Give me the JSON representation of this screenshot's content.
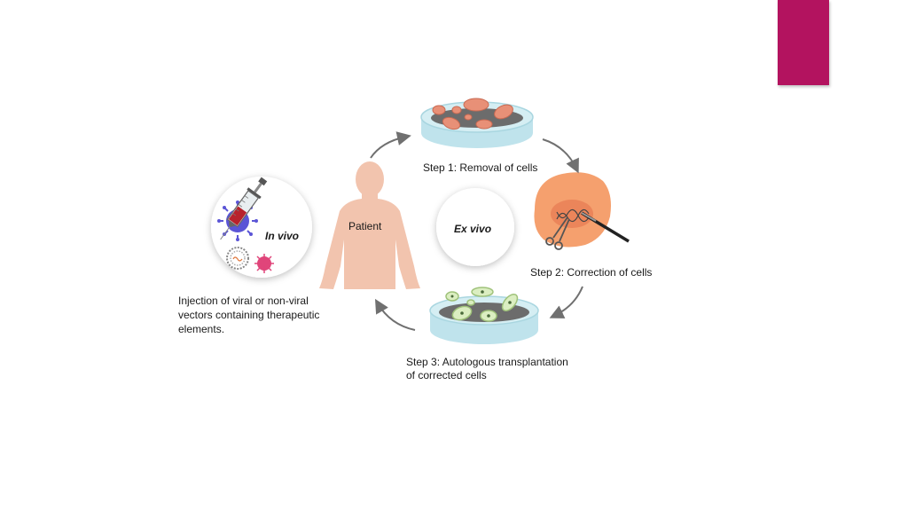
{
  "colors": {
    "accent": "#b3135f",
    "skin": "#f2c4ae",
    "dish_rim": "#bfe3ec",
    "arrow": "#707070",
    "orange_cell": "#f5a06e",
    "red_cell": "#e89077",
    "green_cell": "#dbeec1",
    "virus_blue": "#5b55d6",
    "virus_pink": "#e0457a"
  },
  "labels": {
    "patient": "Patient",
    "in_vivo": "In vivo",
    "ex_vivo": "Ex vivo",
    "step1": "Step 1: Removal of cells",
    "step2": "Step 2: Correction of cells",
    "step3_line1": "Step 3: Autologous transplantation",
    "step3_line2": "of corrected cells",
    "injection_line1": "Injection of viral or non-viral",
    "injection_line2": "vectors containing therapeutic",
    "injection_line3": "elements."
  },
  "icons": {
    "syringe": "syringe-icon",
    "virus": "virus-icon",
    "scissors": "scissors-icon",
    "dna": "dna-icon",
    "petri_dish": "petri-dish-icon"
  }
}
